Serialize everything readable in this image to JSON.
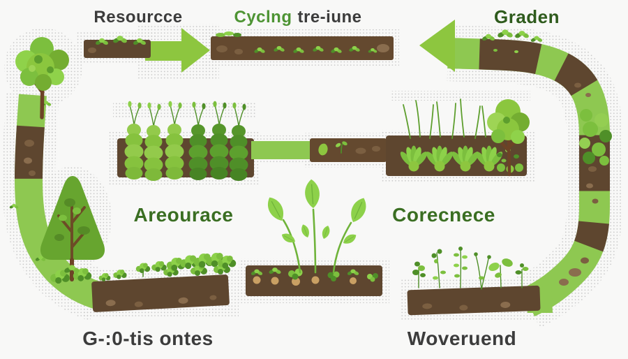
{
  "illustration": {
    "alt": "Garden resource cycling illustration: a loop of soil paths, arrows, garden beds and trees",
    "labels": {
      "top_left": "Resourcce",
      "cycle_green": "Cyclng",
      "cycle_dark": "tre-iune",
      "top_right": "Graden",
      "middle_left": "Areourace",
      "middle_right": "Corecnece",
      "bottom_left": "G-:0-tis ontes",
      "bottom_right": "Woveruend"
    },
    "colors": {
      "background": "#f8f8f7",
      "stipple": "#c6c6c6",
      "arrow_green": "#8dc63f",
      "path_green": "#8ec851",
      "soil_dark": "#5e462f",
      "soil_mid": "#64492f",
      "stone_brown": "#7b5f41",
      "stone_light": "#8a6d4e",
      "leaf_light": "#8dd14a",
      "leaf_mid": "#7cbf3e",
      "leaf_dark": "#4f8f28",
      "trunk_brown": "#6d4326",
      "corm_tan": "#c9a063",
      "text_dark": "#3c3c3c",
      "text_green": "#4e9434",
      "text_green_dark": "#2f5b1d",
      "text_green_mid": "#3a6e22"
    }
  }
}
